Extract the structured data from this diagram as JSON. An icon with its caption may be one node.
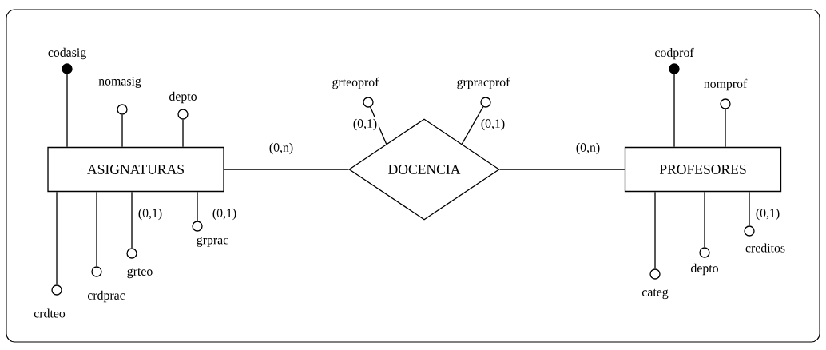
{
  "diagram": {
    "nodes": [
      {
        "text": [
          "ASIGNATURAS"
        ]
      },
      {
        "text": [
          "DOCENCIA"
        ]
      },
      {
        "text": [
          "PROFESORES"
        ]
      },
      {
        "text": [],
        "shape": "dot",
        "beside": [
          "codasig"
        ]
      },
      {
        "text": [],
        "shape": "circle",
        "beside": [
          "nomasig"
        ]
      },
      {
        "text": [],
        "shape": "circle",
        "beside": [
          "depto"
        ]
      },
      {
        "text": [],
        "shape": "circle",
        "beside": [
          "grteoprof"
        ]
      },
      {
        "text": [],
        "shape": "circle",
        "beside": [
          "grpracprof"
        ]
      },
      {
        "text": [],
        "shape": "dot",
        "beside": [
          "codprof"
        ]
      },
      {
        "text": [],
        "shape": "circle",
        "beside": [
          "nomprof"
        ]
      },
      {
        "text": [],
        "shape": "circle",
        "beside": [
          "crdteo"
        ]
      },
      {
        "text": [],
        "shape": "circle",
        "beside": [
          "crdprac"
        ]
      },
      {
        "text": [],
        "shape": "circle",
        "beside": [
          "grteo"
        ]
      },
      {
        "text": [],
        "shape": "circle",
        "beside": [
          "grprac"
        ]
      },
      {
        "text": [],
        "shape": "circle",
        "beside": [
          "categ"
        ]
      },
      {
        "text": [],
        "shape": "circle",
        "beside": [
          "depto"
        ]
      },
      {
        "text": [],
        "shape": "circle",
        "beside": [
          "creditos"
        ]
      }
    ],
    "edges": [
      {
        "from": 0,
        "to": 1,
        "arrow": "none",
        "label": "(0,n)"
      },
      {
        "from": 1,
        "to": 2,
        "arrow": "none",
        "label": "(0,n)"
      },
      {
        "from": 0,
        "to": 3,
        "arrow": "none"
      },
      {
        "from": 0,
        "to": 4,
        "arrow": "none"
      },
      {
        "from": 0,
        "to": 5,
        "arrow": "none"
      },
      {
        "from": 1,
        "to": 6,
        "arrow": "none",
        "label": "(0,1)"
      },
      {
        "from": 1,
        "to": 7,
        "arrow": "none",
        "label": "(0,1)"
      },
      {
        "from": 2,
        "to": 8,
        "arrow": "none"
      },
      {
        "from": 2,
        "to": 9,
        "arrow": "none"
      },
      {
        "from": 0,
        "to": 10,
        "arrow": "none"
      },
      {
        "from": 0,
        "to": 11,
        "arrow": "none"
      },
      {
        "from": 0,
        "to": 12,
        "arrow": "none",
        "label": "(0,1)"
      },
      {
        "from": 0,
        "to": 13,
        "arrow": "none",
        "label": "(0,1)"
      },
      {
        "from": 2,
        "to": 14,
        "arrow": "none"
      },
      {
        "from": 2,
        "to": 15,
        "arrow": "none"
      },
      {
        "from": 2,
        "to": 16,
        "arrow": "none",
        "label": "(0,1)"
      }
    ]
  }
}
